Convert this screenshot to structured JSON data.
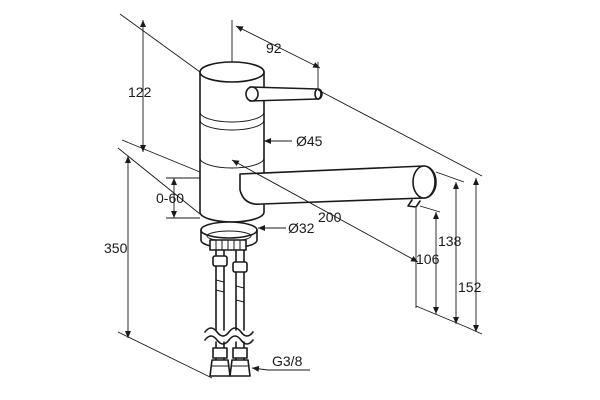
{
  "dimensions": {
    "spout_reach": "92",
    "body_height": "122",
    "body_diameter": "Ø45",
    "spout_offset": "0-60",
    "total_height": "350",
    "spout_length": "200",
    "base_diameter": "Ø32",
    "outlet_height": "106",
    "spout_height": "138",
    "max_height": "152",
    "connection_thread": "G3/8"
  },
  "colors": {
    "line": "#1a1a1a",
    "background": "#ffffff"
  }
}
